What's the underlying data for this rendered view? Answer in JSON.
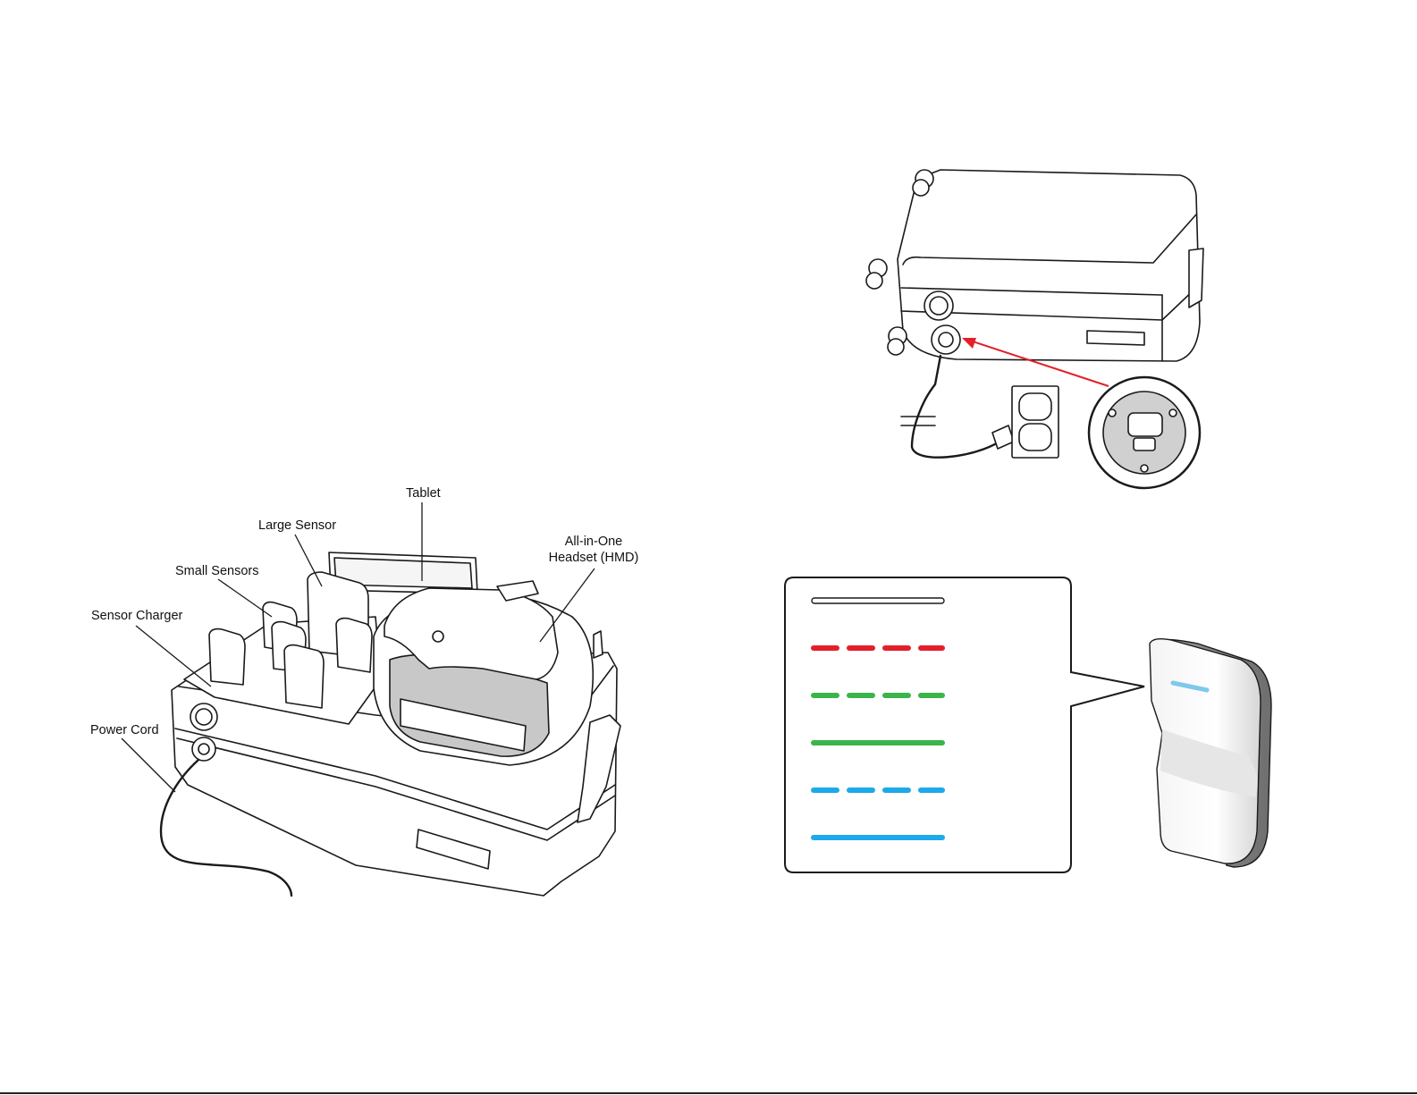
{
  "labels": {
    "tablet": "Tablet",
    "large_sensor": "Large Sensor",
    "small_sensors": "Small Sensors",
    "sensor_charger": "Sensor Charger",
    "power_cord": "Power Cord",
    "headset_line1": "All-in-One",
    "headset_line2": "Headset (HMD)"
  },
  "status_legend": {
    "lines": [
      {
        "color": "#ffffff",
        "style": "solid"
      },
      {
        "color": "#e3202a",
        "style": "dashed"
      },
      {
        "color": "#3bb54a",
        "style": "dashed"
      },
      {
        "color": "#3bb54a",
        "style": "solid"
      },
      {
        "color": "#1ea9e8",
        "style": "dashed"
      },
      {
        "color": "#1ea9e8",
        "style": "solid"
      }
    ]
  },
  "colors": {
    "connector_arrow": "#e3202a",
    "sensor_led": "#7ec8ee",
    "outline": "#1a1a1a"
  }
}
